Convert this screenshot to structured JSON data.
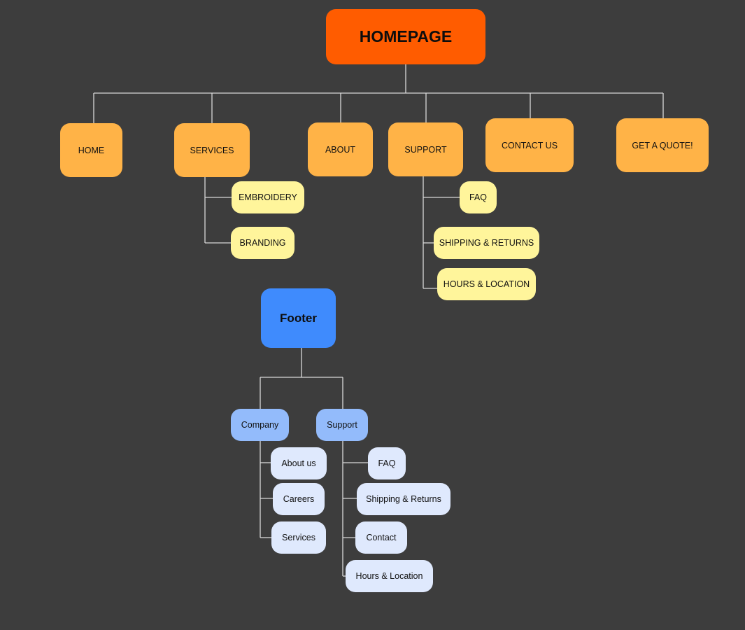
{
  "homepage": {
    "title": "HOMEPAGE",
    "nav": {
      "home": "HOME",
      "services": "SERVICES",
      "about": "ABOUT",
      "support": "SUPPORT",
      "contact": "CONTACT US",
      "quote": "GET A QUOTE!"
    },
    "services_children": [
      "EMBROIDERY",
      "BRANDING"
    ],
    "support_children": [
      "FAQ",
      "SHIPPING & RETURNS",
      "HOURS & LOCATION"
    ]
  },
  "footer": {
    "title": "Footer",
    "company": {
      "label": "Company",
      "children": [
        "About us",
        "Careers",
        "Services"
      ]
    },
    "support": {
      "label": "Support",
      "children": [
        "FAQ",
        "Shipping & Returns",
        "Contact",
        "Hours & Location"
      ]
    }
  },
  "colors": {
    "background": "#3d3d3d",
    "root": "#ff5c00",
    "nav": "#ffb347",
    "sub": "#fff59b",
    "footer_root": "#3f8bfd",
    "footer_category": "#93bbfb",
    "footer_link": "#dfe9fd",
    "connector": "#d9d9d9"
  }
}
